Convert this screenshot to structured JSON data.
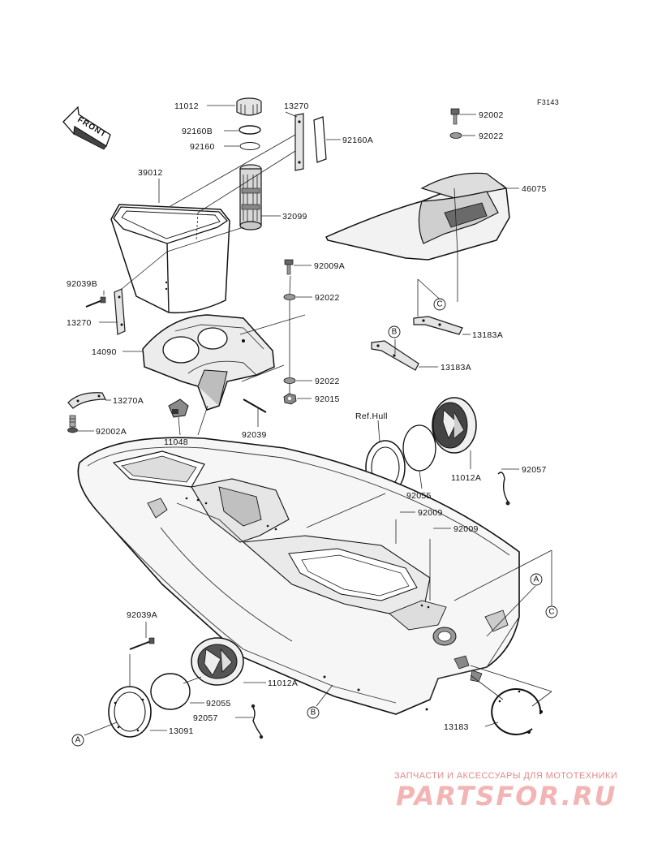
{
  "figure_code": "F3143",
  "front_label": "FRONT",
  "ref_label": "Ref.Hull",
  "parts": [
    {
      "id": "11012"
    },
    {
      "id": "92160B"
    },
    {
      "id": "92160"
    },
    {
      "id": "13270"
    },
    {
      "id": "92160A"
    },
    {
      "id": "39012"
    },
    {
      "id": "32099"
    },
    {
      "id": "92002"
    },
    {
      "id": "92022"
    },
    {
      "id": "46075"
    },
    {
      "id": "92009A"
    },
    {
      "id": "92022"
    },
    {
      "id": "92039B"
    },
    {
      "id": "13270"
    },
    {
      "id": "14090"
    },
    {
      "id": "13183A"
    },
    {
      "id": "13183A"
    },
    {
      "id": "92022"
    },
    {
      "id": "92015"
    },
    {
      "id": "13270A"
    },
    {
      "id": "92002A"
    },
    {
      "id": "11048"
    },
    {
      "id": "92039"
    },
    {
      "id": "11012A"
    },
    {
      "id": "92057"
    },
    {
      "id": "92055"
    },
    {
      "id": "92009"
    },
    {
      "id": "92009"
    },
    {
      "id": "92039A"
    },
    {
      "id": "11012A"
    },
    {
      "id": "92055"
    },
    {
      "id": "92057"
    },
    {
      "id": "13091"
    },
    {
      "id": "13183"
    }
  ],
  "callouts": [
    {
      "letter": "C"
    },
    {
      "letter": "B"
    },
    {
      "letter": "A"
    },
    {
      "letter": "C"
    },
    {
      "letter": "B"
    },
    {
      "letter": "A"
    }
  ],
  "watermark": {
    "tagline": "ЗАПЧАСТИ И АКСЕССУАРЫ ДЛЯ МОТОТЕХНИКИ",
    "logo": "PARTSFOR.RU"
  }
}
